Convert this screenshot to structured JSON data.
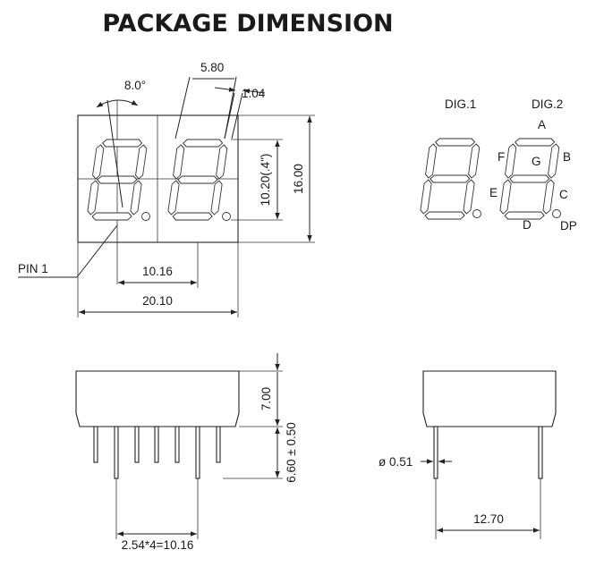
{
  "title": "PACKAGE  DIMENSION",
  "dims": {
    "angle": "8.0°",
    "digit_pitch_offset": "5.80",
    "segment_width": "1.04",
    "digit_height": "10.20(.4\")",
    "total_height": "16.00",
    "digit_spacing": "10.16",
    "total_width": "20.10",
    "body_height": "7.00",
    "pin_length": "6.60 ± 0.50",
    "pin_diameter": "ø 0.51",
    "pin_row_span": "12.70",
    "pin_pitch": "2.54*4=10.16"
  },
  "labels": {
    "pin1": "PIN 1",
    "dig1": "DIG.1",
    "dig2": "DIG.2",
    "seg_a": "A",
    "seg_b": "B",
    "seg_c": "C",
    "seg_d": "D",
    "seg_e": "E",
    "seg_f": "F",
    "seg_g": "G",
    "seg_dp": "DP"
  }
}
